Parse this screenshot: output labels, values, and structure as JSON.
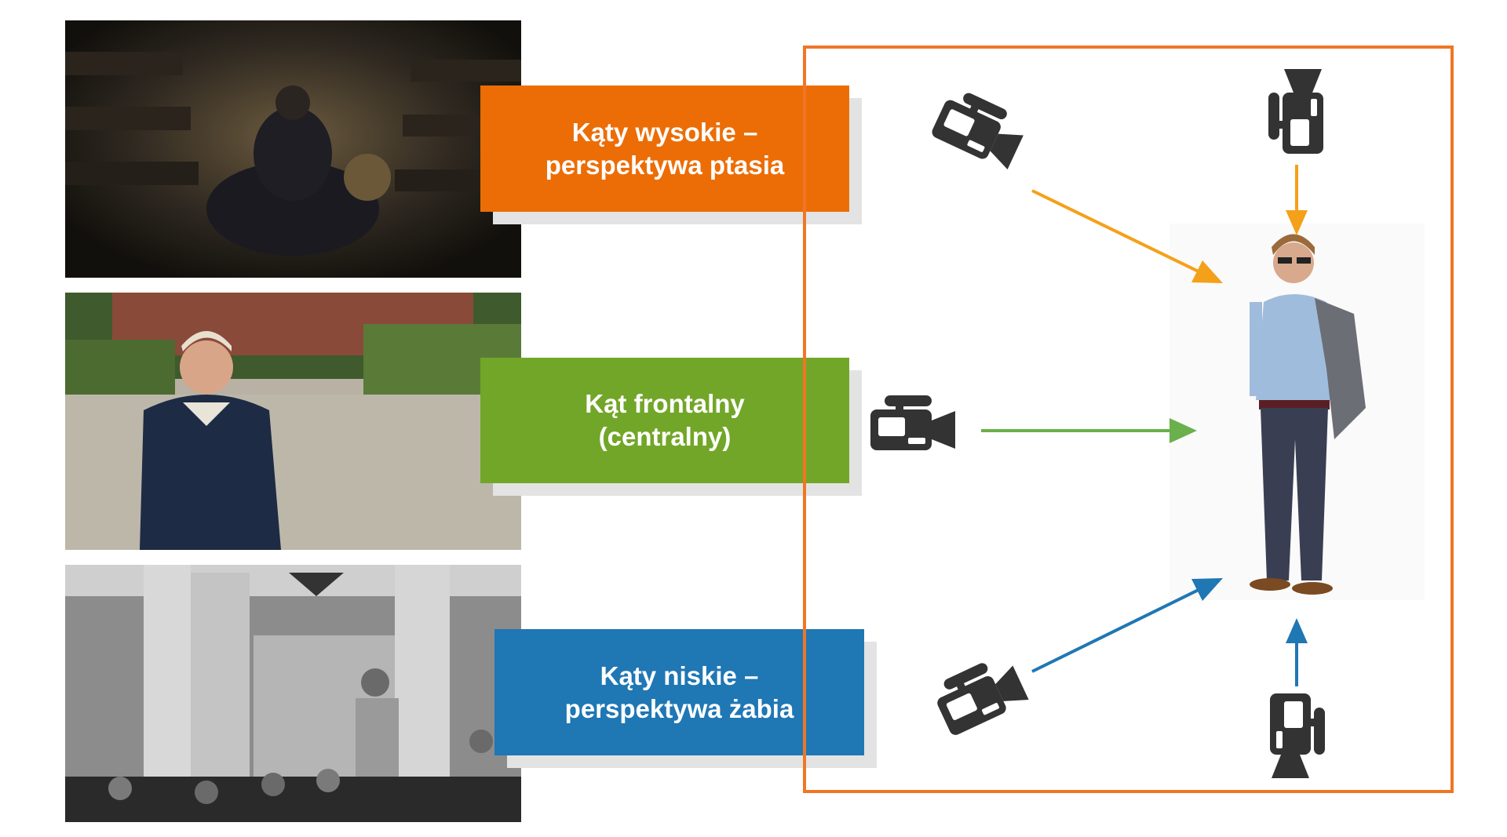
{
  "labels": {
    "high_line1": "Kąty wysokie –",
    "high_line2": "perspektywa ptasia",
    "front_line1": "Kąt frontalny",
    "front_line2": "(centralny)",
    "low_line1": "Kąty niskie –",
    "low_line2": "perspektywa żabia"
  },
  "colors": {
    "high": "#ec6d06",
    "front": "#72a628",
    "low": "#1f77b4",
    "frame": "#f07626",
    "arrow_high": "#f5a01a",
    "arrow_front": "#6ab04c",
    "arrow_low": "#1f77b4",
    "camera": "#333333"
  },
  "icons": {
    "camera_high_side": "video-camera-icon",
    "camera_high_top": "video-camera-icon",
    "camera_front": "video-camera-icon",
    "camera_low_side": "video-camera-icon",
    "camera_low_bottom": "video-camera-icon"
  }
}
